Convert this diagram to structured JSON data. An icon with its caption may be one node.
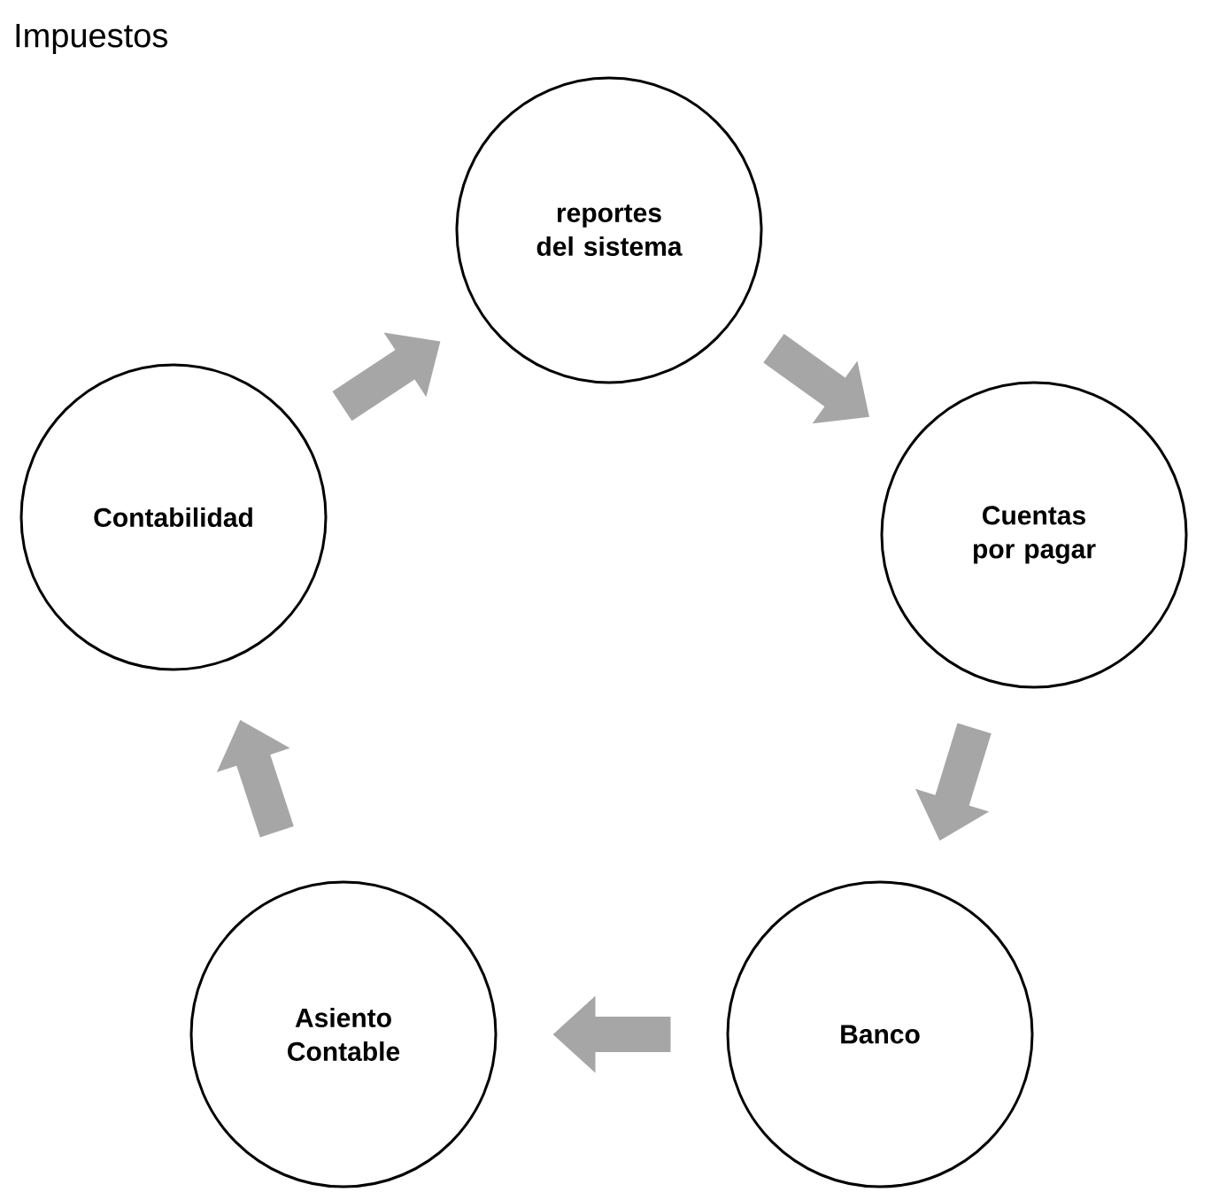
{
  "diagram": {
    "title": "Impuestos",
    "nodes": [
      {
        "text": [
          "reportes del sistema"
        ]
      },
      {
        "text": [
          "Cuentas por pagar"
        ]
      },
      {
        "text": [
          "Banco"
        ]
      },
      {
        "text": [
          "Asiento Contable"
        ]
      },
      {
        "text": [
          "Contabilidad"
        ]
      }
    ],
    "edges": [
      {
        "from": 4,
        "to": 0,
        "arrow": "to"
      },
      {
        "from": 0,
        "to": 1,
        "arrow": "to"
      },
      {
        "from": 1,
        "to": 2,
        "arrow": "to"
      },
      {
        "from": 2,
        "to": 3,
        "arrow": "to"
      },
      {
        "from": 3,
        "to": 4,
        "arrow": "to"
      }
    ]
  }
}
